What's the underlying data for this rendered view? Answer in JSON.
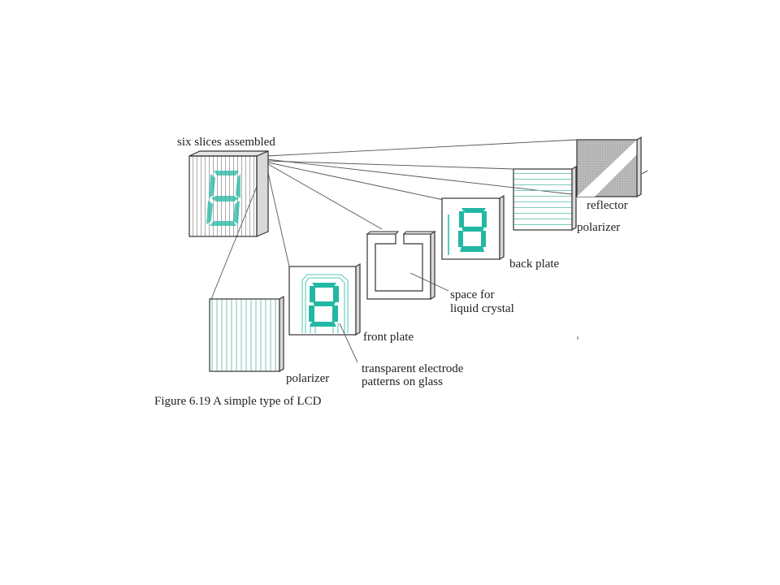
{
  "labels": {
    "six_slices": "six slices assembled",
    "reflector": "reflector",
    "polarizer_back": "polarizer",
    "back_plate": "back plate",
    "space_line1": "space for",
    "space_line2": "liquid crystal",
    "front_plate": "front plate",
    "electrode_line1": "transparent electrode",
    "electrode_line2": "patterns on glass",
    "polarizer_front": "polarizer"
  },
  "caption": "Figure 6.19  A simple type of LCD",
  "colors": {
    "segment": "#22b8a4",
    "stripe": "#7fc9bd",
    "ink": "#222222"
  }
}
